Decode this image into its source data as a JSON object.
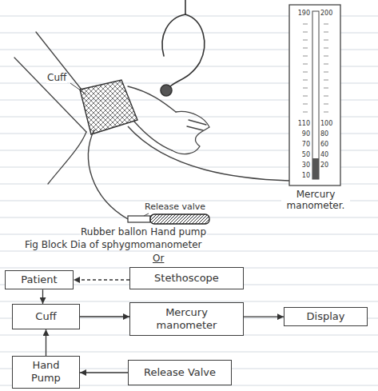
{
  "diagram": {
    "caption": "Fig Block Dia of sphygmomanometer",
    "nodes": [
      {
        "text": [
          "Patient"
        ]
      },
      {
        "text": [
          "Stethoscope"
        ]
      },
      {
        "text": [
          "Cuff"
        ]
      },
      {
        "text": [
          "Mercury manometer"
        ]
      },
      {
        "text": [
          "Display"
        ]
      },
      {
        "text": [
          "Hand Pump"
        ]
      },
      {
        "text": [
          "Release Valve"
        ]
      }
    ],
    "edges": [
      {
        "from": 1,
        "to": 0,
        "arrow": "to"
      },
      {
        "from": 0,
        "to": 2,
        "arrow": "to"
      },
      {
        "from": 2,
        "to": 3,
        "arrow": "to"
      },
      {
        "from": 3,
        "to": 4,
        "arrow": "to"
      },
      {
        "from": 5,
        "to": 2,
        "arrow": "to"
      },
      {
        "from": 6,
        "to": 5,
        "arrow": "to"
      }
    ],
    "labels": [
      "Cuff",
      "Mercury manometer.",
      "Release valve",
      "Rubber ballon Hand pump",
      "Or",
      "190",
      "200",
      "110",
      "90",
      "70",
      "50",
      "30",
      "10",
      "100",
      "80",
      "60",
      "40",
      "20"
    ]
  }
}
